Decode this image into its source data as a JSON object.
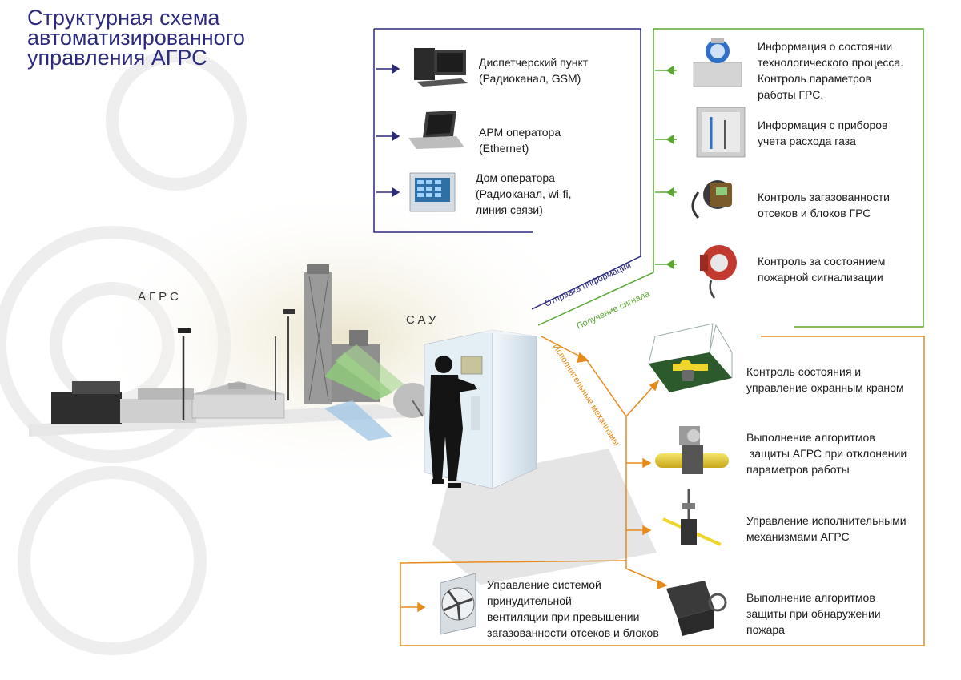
{
  "title": "Структурная схема автоматизированного управления АГРС",
  "site_labels": {
    "agrs": "АГРС",
    "sau": "САУ"
  },
  "flow_labels": {
    "send_info": "Отправка информации",
    "receive_signal": "Получение сигнала",
    "actuators": "Исполнительные механизмы"
  },
  "colors": {
    "title": "#2b2a7d",
    "send": "#2b2a7d",
    "receive": "#5aa832",
    "actuator": "#e88a1a"
  },
  "dispatch": [
    {
      "icon": "desktop-computer-icon",
      "line1": "Диспетчерский пункт",
      "line2": "(Радиоканал, GSM)"
    },
    {
      "icon": "laptop-icon",
      "line1": "АРМ оператора",
      "line2": "(Ethernet)"
    },
    {
      "icon": "operator-panel-icon",
      "line1": "Дом оператора",
      "line2": "(Радиоканал, wi-fi,",
      "line3": "линия связи)"
    }
  ],
  "inputs": [
    {
      "icon": "transmitter-icon",
      "line1": "Информация о состоянии",
      "line2": "технологического процесса.",
      "line3": "Контроль параметров",
      "line4": "работы ГРС."
    },
    {
      "icon": "gas-meter-cabinet-icon",
      "line1": "Информация с приборов",
      "line2": "учета расхода газа"
    },
    {
      "icon": "gas-detector-icon",
      "line1": "Контроль загазованности",
      "line2": "отсеков и блоков ГРС"
    },
    {
      "icon": "fire-detector-icon",
      "line1": "Контроль за состоянием",
      "line2": "пожарной сигнализации"
    }
  ],
  "outputs": [
    {
      "icon": "security-valve-icon",
      "line1": "Контроль состояния и",
      "line2": "управление охранным краном"
    },
    {
      "icon": "pipe-valve-actuator-icon",
      "line1": "Выполнение алгоритмов",
      "line2": " защиты АГРС при отклонении",
      "line3": "параметров работы"
    },
    {
      "icon": "actuator-sensor-icon",
      "line1": "Управление исполнительными",
      "line2": "механизмами АГРС"
    },
    {
      "icon": "fire-protection-actuator-icon",
      "line1": "Выполнение алгоритмов",
      "line2": "защиты при обнаружении",
      "line3": "пожара"
    }
  ],
  "ventilation": {
    "icon": "ventilation-fan-icon",
    "line1": "Управление системой",
    "line2": "принудительной",
    "line3": "вентиляции при превышении",
    "line4": "загазованности отсеков и блоков"
  }
}
